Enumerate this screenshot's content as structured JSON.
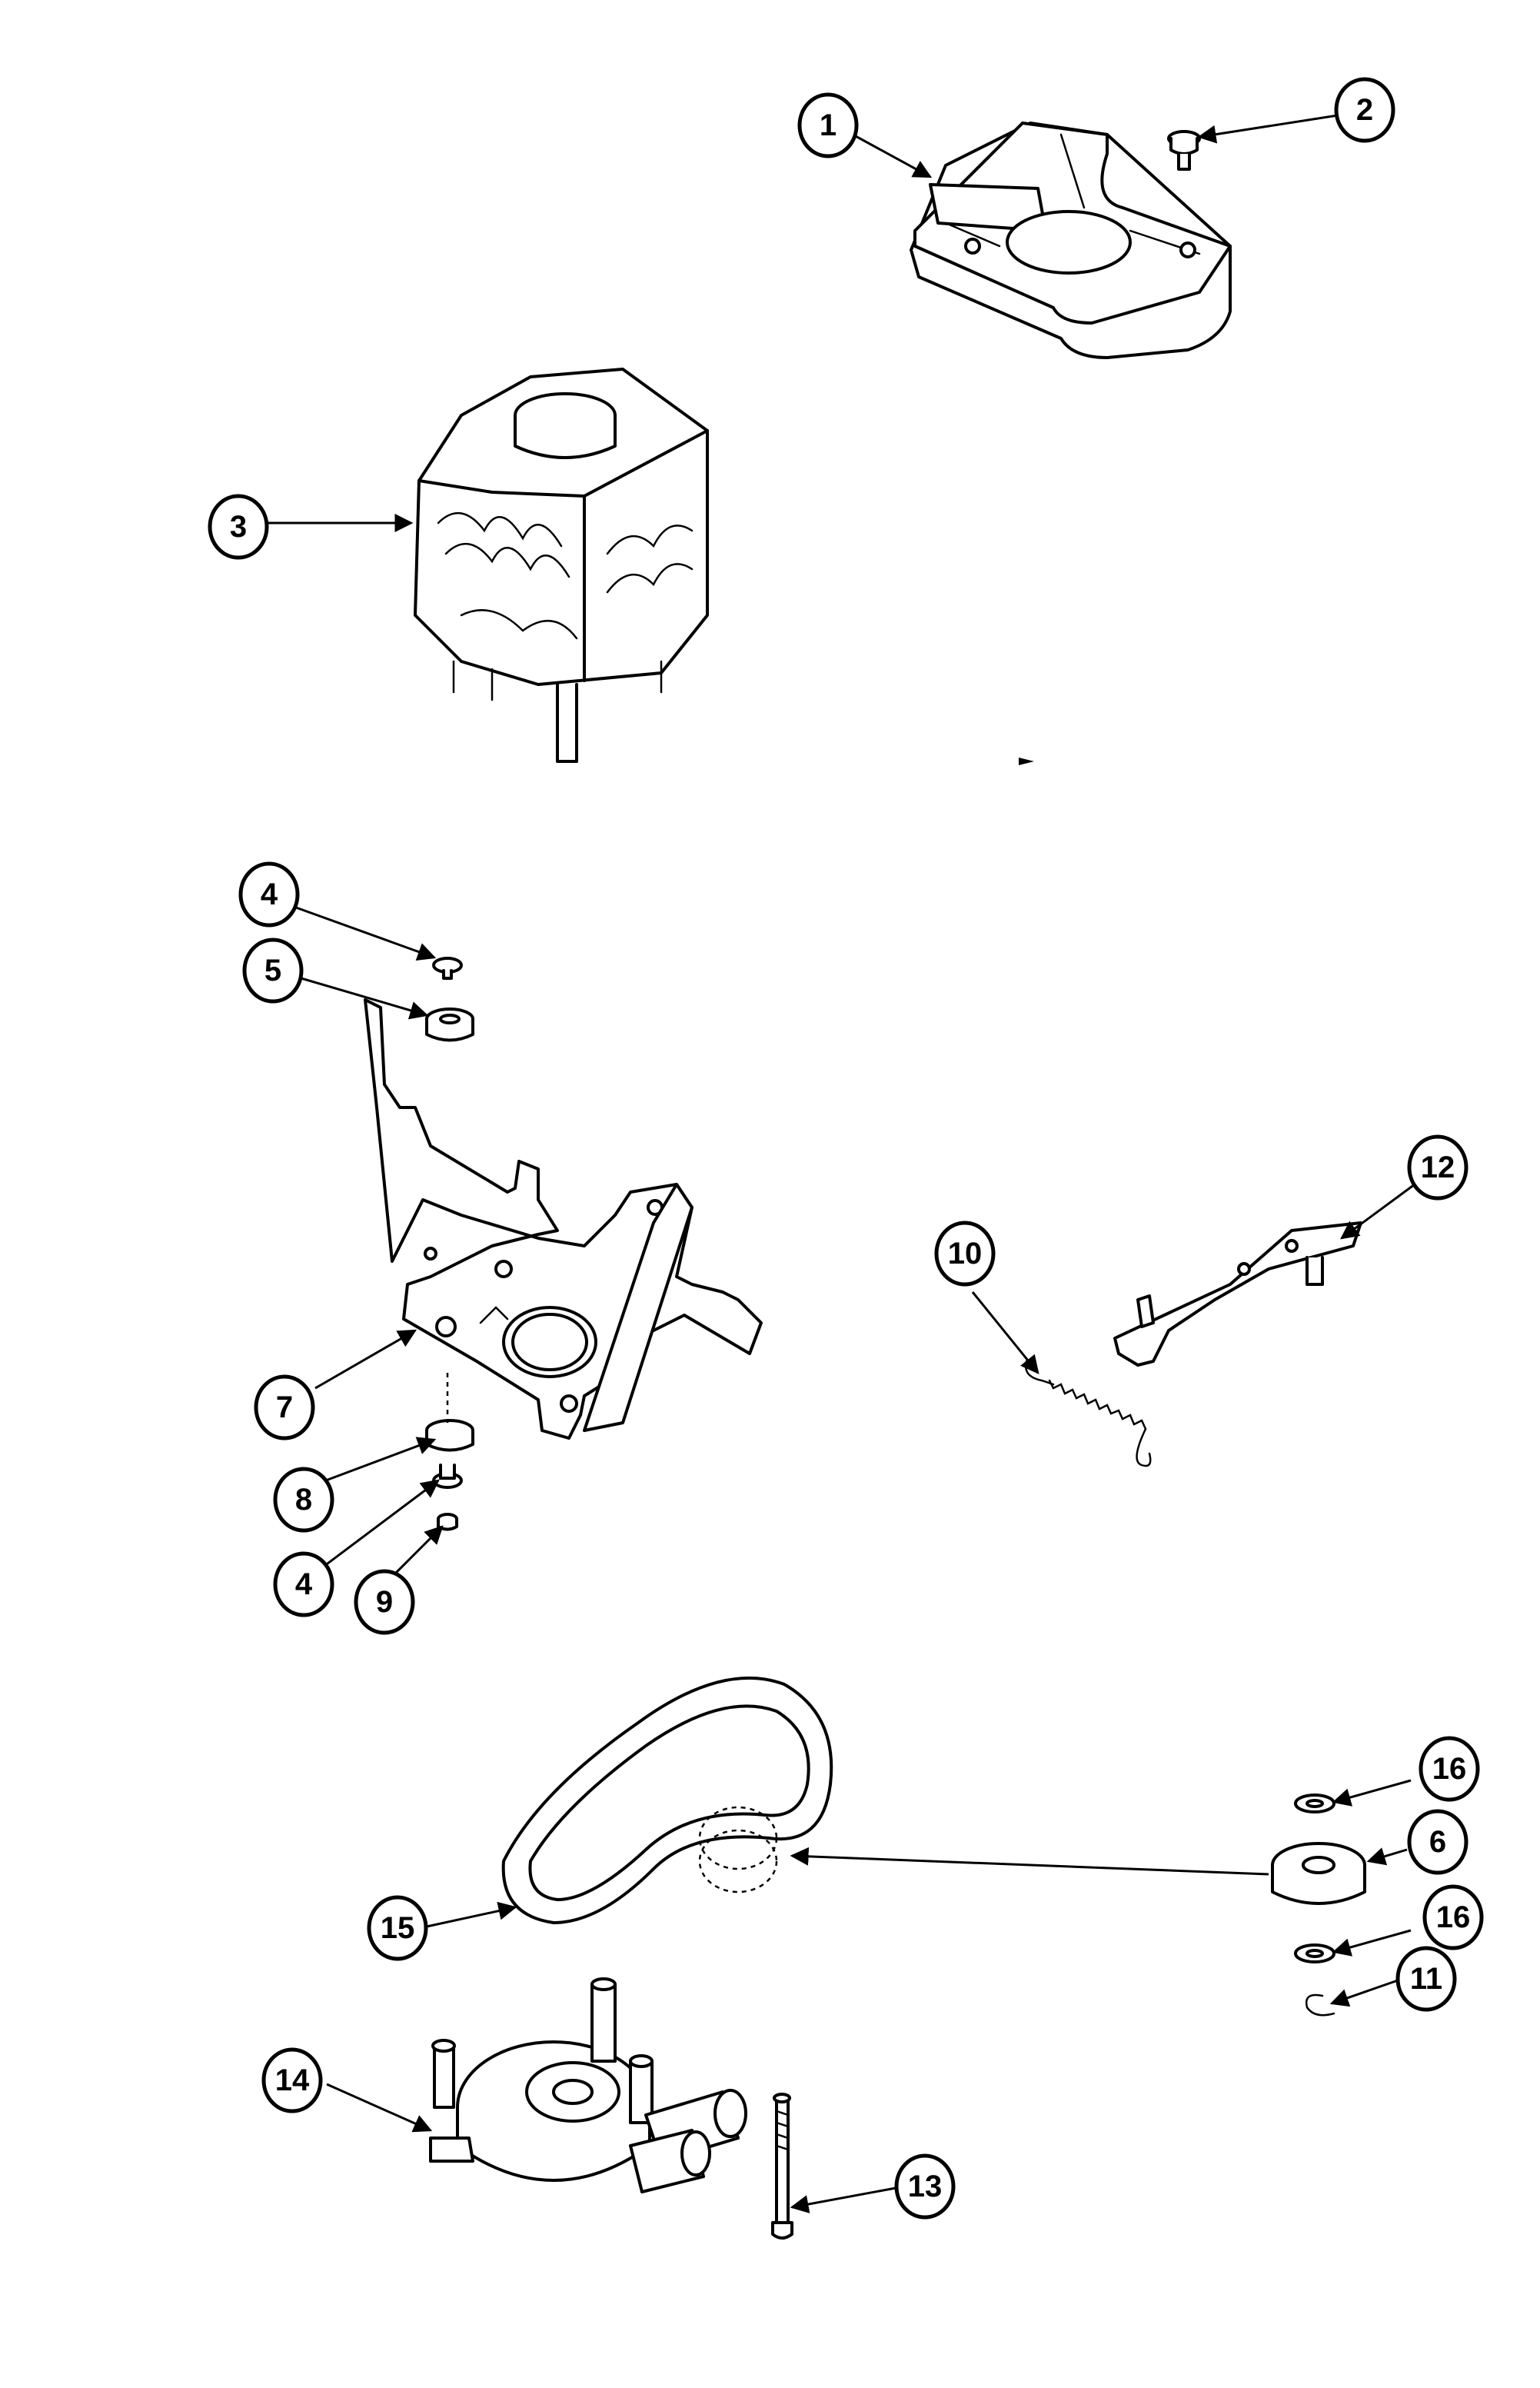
{
  "callouts": [
    {
      "id": "c1",
      "label": "1"
    },
    {
      "id": "c2",
      "label": "2"
    },
    {
      "id": "c3",
      "label": "3"
    },
    {
      "id": "c4a",
      "label": "4"
    },
    {
      "id": "c5",
      "label": "5"
    },
    {
      "id": "c7",
      "label": "7"
    },
    {
      "id": "c8",
      "label": "8"
    },
    {
      "id": "c4b",
      "label": "4"
    },
    {
      "id": "c9",
      "label": "9"
    },
    {
      "id": "c10",
      "label": "10"
    },
    {
      "id": "c12",
      "label": "12"
    },
    {
      "id": "c16a",
      "label": "16"
    },
    {
      "id": "c6",
      "label": "6"
    },
    {
      "id": "c16b",
      "label": "16"
    },
    {
      "id": "c11",
      "label": "11"
    },
    {
      "id": "c15",
      "label": "15"
    },
    {
      "id": "c14",
      "label": "14"
    },
    {
      "id": "c13",
      "label": "13"
    }
  ],
  "colors": {
    "line": "#000000",
    "background": "#ffffff"
  }
}
